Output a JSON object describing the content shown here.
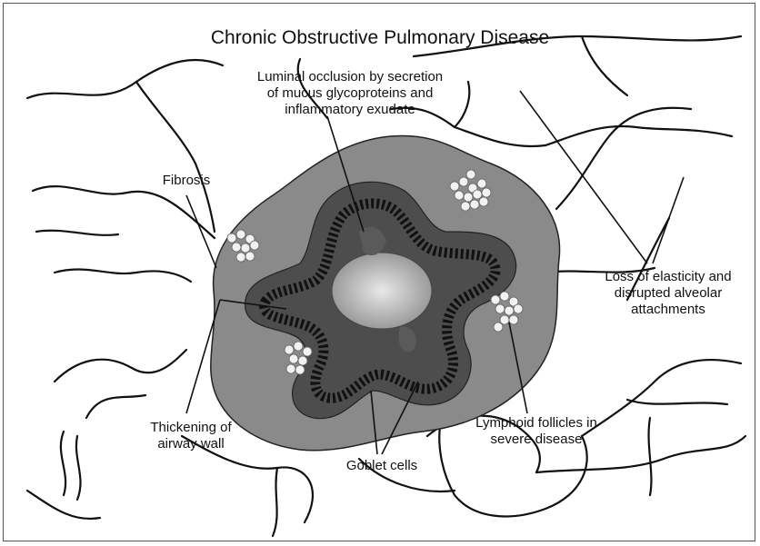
{
  "title": "Chronic Obstructive Pulmonary Disease",
  "labels": {
    "luminal": "Luminal occlusion by secretion\nof mucus glycoproteins and\ninflammatory exudate",
    "fibrosis": "Fibrosis",
    "elasticity": "Loss of elasticity and\ndisrupted alveolar\nattachments",
    "thickening": "Thickening of\nairway wall",
    "goblet": "Goblet cells",
    "lymphoid": "Lymphoid follicles in\nsevere disease"
  },
  "colors": {
    "outer_wall": "#8a8a8a",
    "inner_wall": "#4d4d4d",
    "lumen": "#c4c4c4",
    "line": "#111111"
  }
}
